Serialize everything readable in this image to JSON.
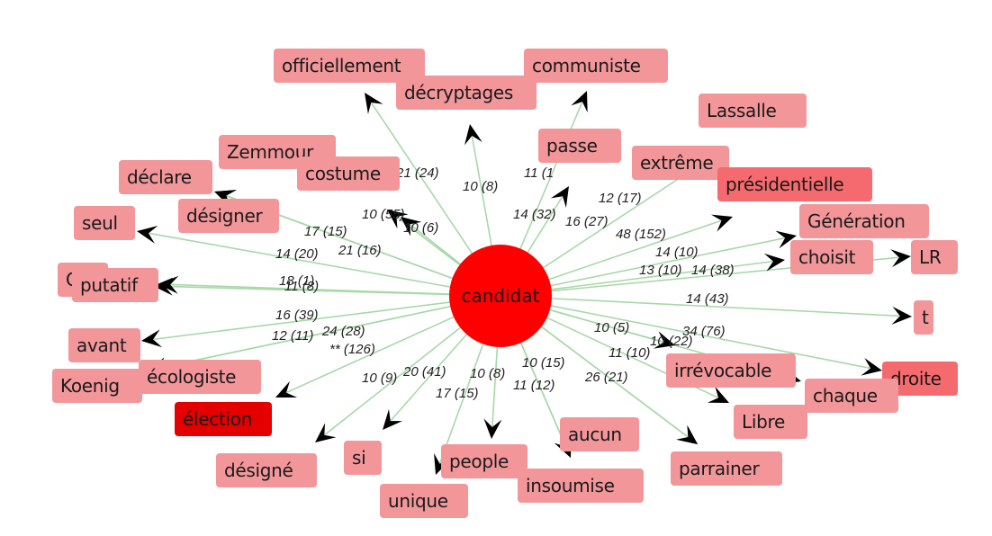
{
  "center": {
    "label": "candidat",
    "color": "#ff0000"
  },
  "colors": {
    "edge": "#a8d8a8",
    "node_light": "#f2969a",
    "node_mid": "#f56a6e",
    "node_strong": "#e50000",
    "arrow": "#000000"
  },
  "nodes": [
    {
      "id": "officiellement",
      "label": "officiellement",
      "tone": "light"
    },
    {
      "id": "communiste",
      "label": "communiste",
      "tone": "light"
    },
    {
      "id": "decryptages",
      "label": "décryptages",
      "tone": "light"
    },
    {
      "id": "lassalle",
      "label": "Lassalle",
      "tone": "light"
    },
    {
      "id": "passe",
      "label": "passe",
      "tone": "light"
    },
    {
      "id": "extreme",
      "label": "extrême",
      "tone": "light"
    },
    {
      "id": "zemmour",
      "label": "Zemmour",
      "tone": "light"
    },
    {
      "id": "costume",
      "label": "costume",
      "tone": "light"
    },
    {
      "id": "declare",
      "label": "déclare",
      "tone": "light"
    },
    {
      "id": "presidentielle",
      "label": "présidentielle",
      "tone": "mid"
    },
    {
      "id": "designer",
      "label": "désigner",
      "tone": "light"
    },
    {
      "id": "generation",
      "label": "Génération",
      "tone": "light"
    },
    {
      "id": "seul",
      "label": "seul",
      "tone": "light"
    },
    {
      "id": "choisit",
      "label": "choisit",
      "tone": "light"
    },
    {
      "id": "lr",
      "label": "LR",
      "tone": "light"
    },
    {
      "id": "hidden",
      "label": "C",
      "tone": "light"
    },
    {
      "id": "putatif",
      "label": "putatif",
      "tone": "light"
    },
    {
      "id": "t",
      "label": "t",
      "tone": "light"
    },
    {
      "id": "avant",
      "label": "avant",
      "tone": "light"
    },
    {
      "id": "irrevocable",
      "label": "irrévocable",
      "tone": "light"
    },
    {
      "id": "droite",
      "label": "droite",
      "tone": "mid"
    },
    {
      "id": "ecologiste",
      "label": "écologiste",
      "tone": "light"
    },
    {
      "id": "koenig",
      "label": "Koenig",
      "tone": "light"
    },
    {
      "id": "chaque",
      "label": "chaque",
      "tone": "light"
    },
    {
      "id": "election",
      "label": "élection",
      "tone": "strong"
    },
    {
      "id": "libre",
      "label": "Libre",
      "tone": "light"
    },
    {
      "id": "aucun",
      "label": "aucun",
      "tone": "light"
    },
    {
      "id": "designe",
      "label": "désigné",
      "tone": "light"
    },
    {
      "id": "si",
      "label": "si",
      "tone": "light"
    },
    {
      "id": "people",
      "label": "people",
      "tone": "light"
    },
    {
      "id": "parrainer",
      "label": "parrainer",
      "tone": "light"
    },
    {
      "id": "insoumise",
      "label": "insoumise",
      "tone": "light"
    },
    {
      "id": "unique",
      "label": "unique",
      "tone": "light"
    }
  ],
  "edges": [
    {
      "target": "officiellement",
      "label": "21 (24)"
    },
    {
      "target": "decryptages",
      "label": "10 (8)"
    },
    {
      "target": "communiste",
      "label": "11 (1"
    },
    {
      "target": "passe",
      "label": "14 (32)"
    },
    {
      "target": "costume",
      "label": "10 (55)"
    },
    {
      "target": "zemmour",
      "label": "10 (6)"
    },
    {
      "target": "extreme",
      "label": "12 (17)"
    },
    {
      "target": "presidentielle",
      "label": "16 (27)"
    },
    {
      "target": "generation",
      "label": "48 (152)"
    },
    {
      "target": "designer",
      "label": "17 (15)"
    },
    {
      "target": "declare",
      "label": "14 (20)"
    },
    {
      "target": "seul",
      "label": "21 (16)"
    },
    {
      "target": "choisit",
      "label": "14 (10)"
    },
    {
      "target": "lr",
      "label": "13 (10)"
    },
    {
      "target": "t",
      "label": "14 (38)"
    },
    {
      "target": "hidden",
      "label": "18 (1)"
    },
    {
      "target": "putatif",
      "label": "11 (8)"
    },
    {
      "target": "droite",
      "label": "14 (43)"
    },
    {
      "target": "avant",
      "label": "16 (39)"
    },
    {
      "target": "ecologiste",
      "label": "12 (11)"
    },
    {
      "target": "koenig",
      "label": "24 (28)"
    },
    {
      "target": "election",
      "label": "** (126)"
    },
    {
      "target": "irrevocable",
      "label": "10 (5)"
    },
    {
      "target": "chaque",
      "label": "34 (76)"
    },
    {
      "target": "libre",
      "label": "10 (22)"
    },
    {
      "target": "parrainer",
      "label": "11 (10)"
    },
    {
      "target": "designe",
      "label": "10 (9)"
    },
    {
      "target": "si",
      "label": "20 (41)"
    },
    {
      "target": "unique",
      "label": "17 (15)"
    },
    {
      "target": "people",
      "label": "10 (8)"
    },
    {
      "target": "aucun",
      "label": "10 (15)"
    },
    {
      "target": "insoumise",
      "label": "11 (12)"
    },
    {
      "target": "parrainer2",
      "label": "26 (21)"
    }
  ]
}
